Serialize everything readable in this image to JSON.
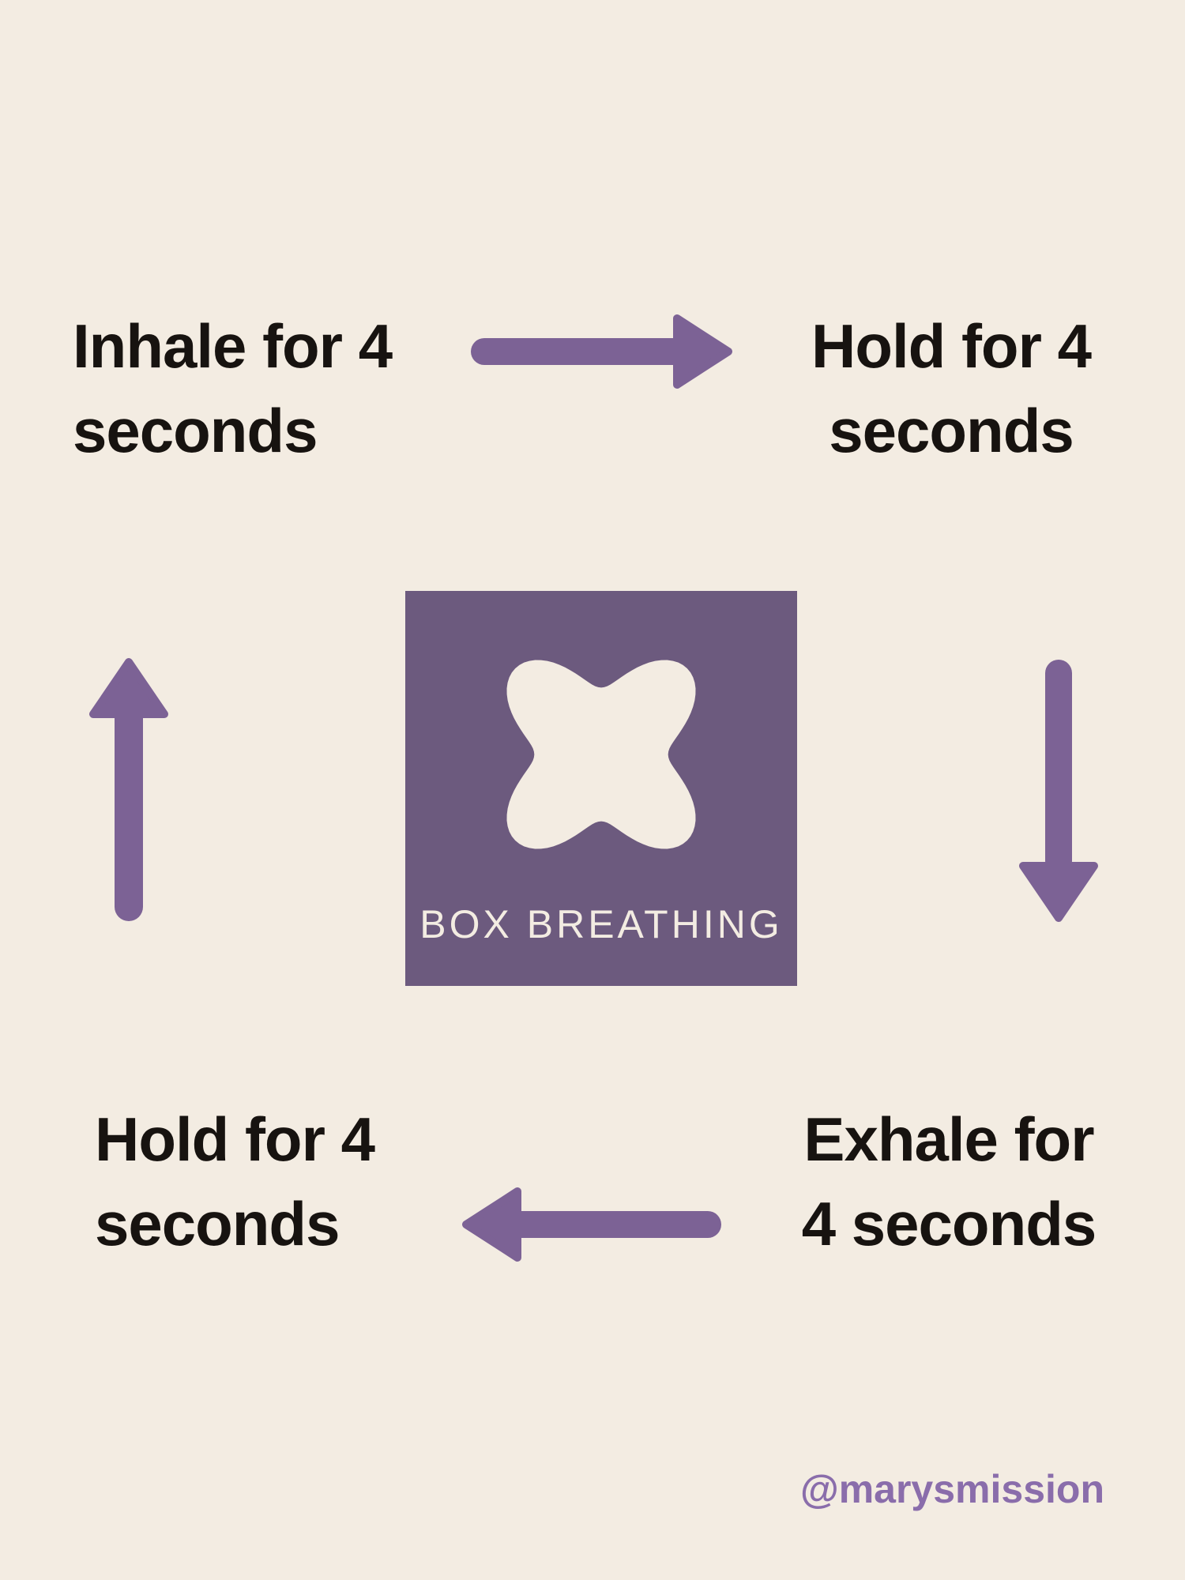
{
  "poster": {
    "center": {
      "title": "BOX BREATHING",
      "icon": "clover-shape"
    },
    "steps": {
      "top_left": {
        "line1": "Inhale for 4",
        "line2": "seconds"
      },
      "top_right": {
        "line1": "Hold for 4",
        "line2": "seconds"
      },
      "bottom_left": {
        "line1": "Hold for 4",
        "line2": "seconds"
      },
      "bottom_right": {
        "line1": "Exhale for",
        "line2": "4 seconds"
      }
    },
    "flow_icons": {
      "top": "arrow-right",
      "right": "arrow-down",
      "bottom": "arrow-left",
      "left": "arrow-up"
    },
    "footer": {
      "handle": "@marysmission"
    },
    "colors": {
      "background": "#f3ece2",
      "square": "#6c5a7e",
      "arrow": "#7c6295",
      "handle": "#8a6dab",
      "heading": "#171310",
      "center_text": "#f3ece2"
    }
  }
}
